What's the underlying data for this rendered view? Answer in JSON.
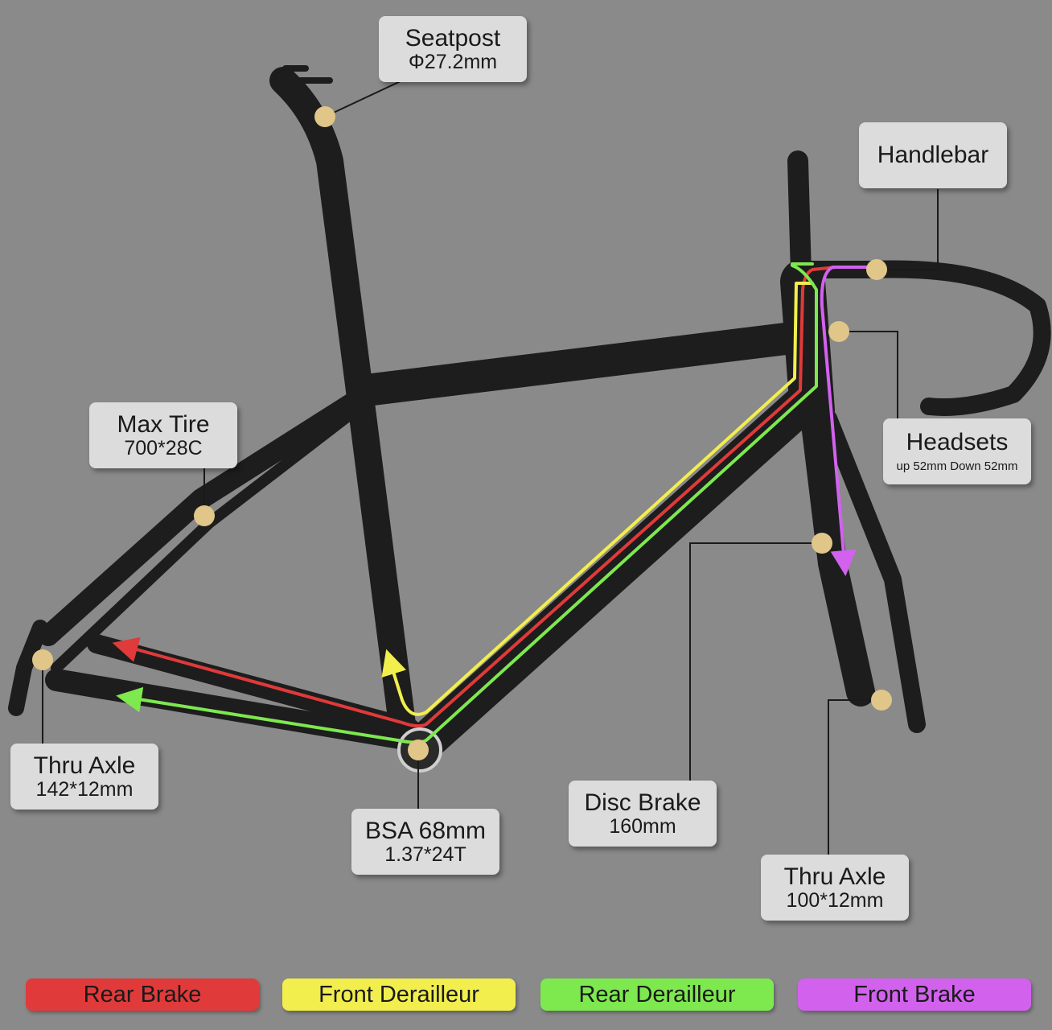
{
  "colors": {
    "background": "#8a8a8a",
    "frame": "#1d1d1d",
    "marker": "#e0c688",
    "label_bg": "#dcdcdc",
    "rear_brake": "#e03a3a",
    "front_derailleur": "#f2ee4e",
    "rear_derailleur": "#7ee84f",
    "front_brake": "#d262ee"
  },
  "callouts": {
    "seatpost": {
      "title": "Seatpost",
      "sub": "Φ27.2mm"
    },
    "handlebar": {
      "title": "Handlebar"
    },
    "max_tire": {
      "title": "Max Tire",
      "sub": "700*28C"
    },
    "headsets": {
      "title": "Headsets",
      "sub": "up 52mm Down 52mm"
    },
    "thru_axle_rear": {
      "title": "Thru Axle",
      "sub": "142*12mm"
    },
    "bsa": {
      "title": "BSA 68mm",
      "sub": "1.37*24T"
    },
    "disc_brake": {
      "title": "Disc Brake",
      "sub": "160mm"
    },
    "thru_axle_front": {
      "title": "Thru Axle",
      "sub": "100*12mm"
    }
  },
  "legend": {
    "rear_brake": "Rear Brake",
    "front_derailleur": "Front Derailleur",
    "rear_derailleur": "Rear Derailleur",
    "front_brake": "Front Brake"
  }
}
